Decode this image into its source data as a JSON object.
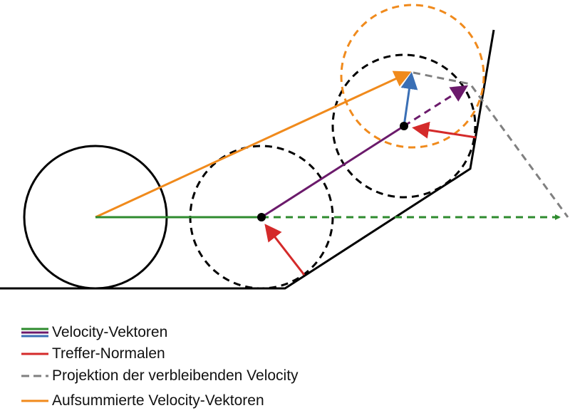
{
  "colors": {
    "green": "#2e8b2e",
    "purple": "#6b1a6b",
    "blue": "#3a6fb5",
    "red": "#d42a2a",
    "orange": "#f08a1c",
    "gray": "#808080",
    "black": "#000000"
  },
  "legend": [
    {
      "label": "Velocity-Vektoren"
    },
    {
      "label": "Treffer-Normalen"
    },
    {
      "label": "Projektion der verbleibenden Velocity"
    },
    {
      "label": "Aufsummierte Velocity-Vektoren"
    }
  ]
}
